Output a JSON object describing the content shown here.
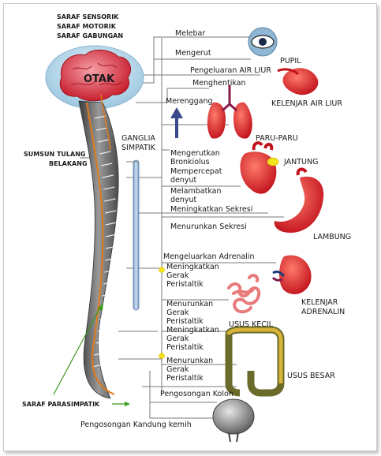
{
  "header": {
    "line1": "SARAF SENSORIK",
    "line2": "SARAF MOTORIK",
    "line3": "SARAF GABUNGAN"
  },
  "brain_label": "OTAK",
  "spine_label": {
    "line1": "SUMSUN TULANG",
    "line2": "BELAKANG"
  },
  "ganglia_label": {
    "line1": "GANGLIA",
    "line2": "SIMPATIK"
  },
  "parasympathetic_label": "SARAF PARASIMPATIK",
  "organs": {
    "pupil": "PUPIL",
    "salivary_gland": "KELENJAR AIR LIUR",
    "lungs": "PARU-PARU",
    "heart": "JANTUNG",
    "stomach": "LAMBUNG",
    "adrenal": {
      "line1": "KELENJAR",
      "line2": "ADRENALIN"
    },
    "small_intestine": "USUS KECIL",
    "large_intestine": "USUS BESAR"
  },
  "effects": {
    "melebar": "Melebar",
    "mengerut": "Mengerut",
    "pengeluaran_air_liur": "Pengeluaran AIR LIUR",
    "menghentikan": "Menghentikan",
    "merenggang": "Merenggang",
    "mengerutkan_bronkiolus": {
      "line1": "Mengerutkan",
      "line2": "Bronkiolus"
    },
    "mempercepat_denyut": {
      "line1": "Mempercepat",
      "line2": "denyut"
    },
    "melambatkan_denyut": {
      "line1": "Melambatkan",
      "line2": "denyut"
    },
    "meningkatkan_sekresi": "Meningkatkan Sekresi",
    "menurunkan_sekresi": "Menurunkan Sekresi",
    "mengeluarkan_adrenalin": "Mengeluarkan Adrenalin",
    "meningkatkan_gerak_1": {
      "line1": "Meningkatkan",
      "line2": "Gerak",
      "line3": "Peristaltik"
    },
    "menurunkan_gerak_1": {
      "line1": "Menurunkan",
      "line2": "Gerak",
      "line3": "Peristaltik"
    },
    "meningkatkan_gerak_2": {
      "line1": "Meningkatkan",
      "line2": "Gerak",
      "line3": "Peristaltik"
    },
    "menurunkan_gerak_2": {
      "line1": "Menurunkan",
      "line2": "Gerak",
      "line3": "Peristaltik"
    },
    "pengosongan_kolon": "Pengosongan Kolon",
    "pengosongan_kandung_kemih": "Pengosongan Kandung kemih"
  },
  "colors": {
    "brain": "#e8495a",
    "brain_bubble": "#b9d9ea",
    "spine": "#8a8a8a",
    "organ_red": "#d41e2a",
    "nerve_orange": "#e07a1a",
    "ganglia_blue": "#8fb3d6",
    "dot_yellow": "#f5e21a",
    "arrow_green": "#3a9a1a"
  }
}
